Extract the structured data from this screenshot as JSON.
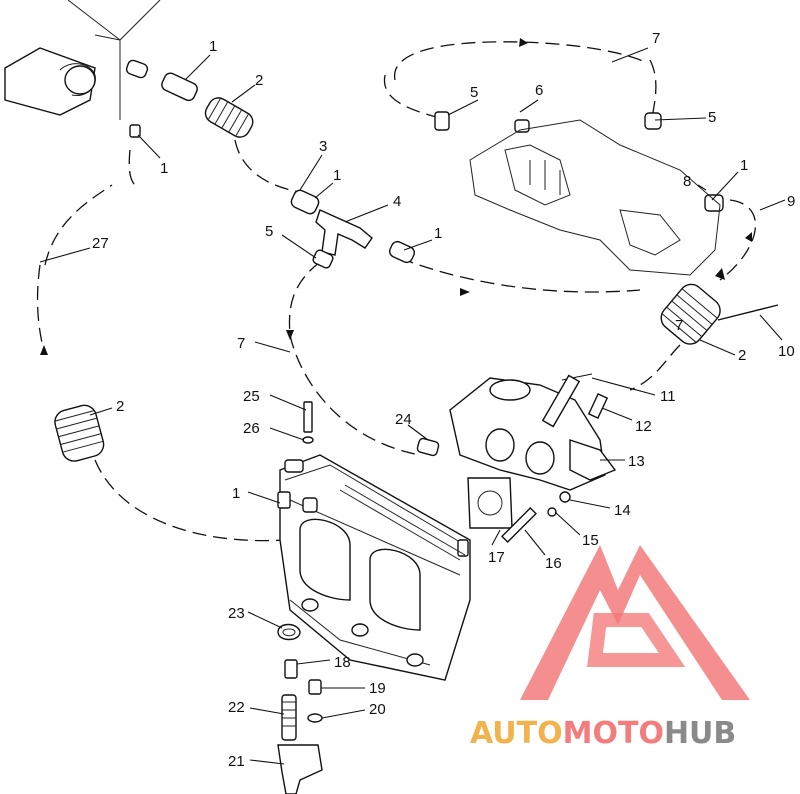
{
  "callouts": [
    {
      "text": "1"
    },
    {
      "text": "2"
    },
    {
      "text": "1"
    },
    {
      "text": "3"
    },
    {
      "text": "1"
    },
    {
      "text": "4"
    },
    {
      "text": "5"
    },
    {
      "text": "1"
    },
    {
      "text": "27"
    },
    {
      "text": "7"
    },
    {
      "text": "5"
    },
    {
      "text": "6"
    },
    {
      "text": "7"
    },
    {
      "text": "5"
    },
    {
      "text": "8"
    },
    {
      "text": "1"
    },
    {
      "text": "9"
    },
    {
      "text": "10"
    },
    {
      "text": "2"
    },
    {
      "text": "7"
    },
    {
      "text": "2"
    },
    {
      "text": "25"
    },
    {
      "text": "26"
    },
    {
      "text": "24"
    },
    {
      "text": "11"
    },
    {
      "text": "12"
    },
    {
      "text": "13"
    },
    {
      "text": "14"
    },
    {
      "text": "15"
    },
    {
      "text": "16"
    },
    {
      "text": "17"
    },
    {
      "text": "1"
    },
    {
      "text": "23"
    },
    {
      "text": "18"
    },
    {
      "text": "19"
    },
    {
      "text": "22"
    },
    {
      "text": "20"
    },
    {
      "text": "21"
    }
  ],
  "watermark": {
    "part1": "AUTO",
    "part2": "MOTO",
    "part3": "HUB",
    "color1": "#f2b24c",
    "color2": "#f47c7c",
    "color3": "#8a8a8a",
    "logo_color": "#f26d6d"
  }
}
